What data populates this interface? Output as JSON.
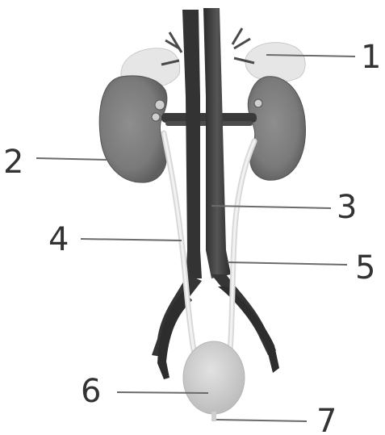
{
  "labels": [
    {
      "id": "label-1",
      "text": "1"
    },
    {
      "id": "label-2",
      "text": "2"
    },
    {
      "id": "label-3",
      "text": "3"
    },
    {
      "id": "label-4",
      "text": "4"
    },
    {
      "id": "label-5",
      "text": "5"
    },
    {
      "id": "label-6",
      "text": "6"
    },
    {
      "id": "label-7",
      "text": "7"
    }
  ],
  "colors": {
    "kidney": "#7f7f7f",
    "adrenal": "#e6e6e6",
    "vessel": "#3b3b3b",
    "ureter": "#e9e9e9",
    "bladder": "#d2d2d2",
    "leader_line": "#6b6b6b",
    "label_text": "#333333"
  }
}
